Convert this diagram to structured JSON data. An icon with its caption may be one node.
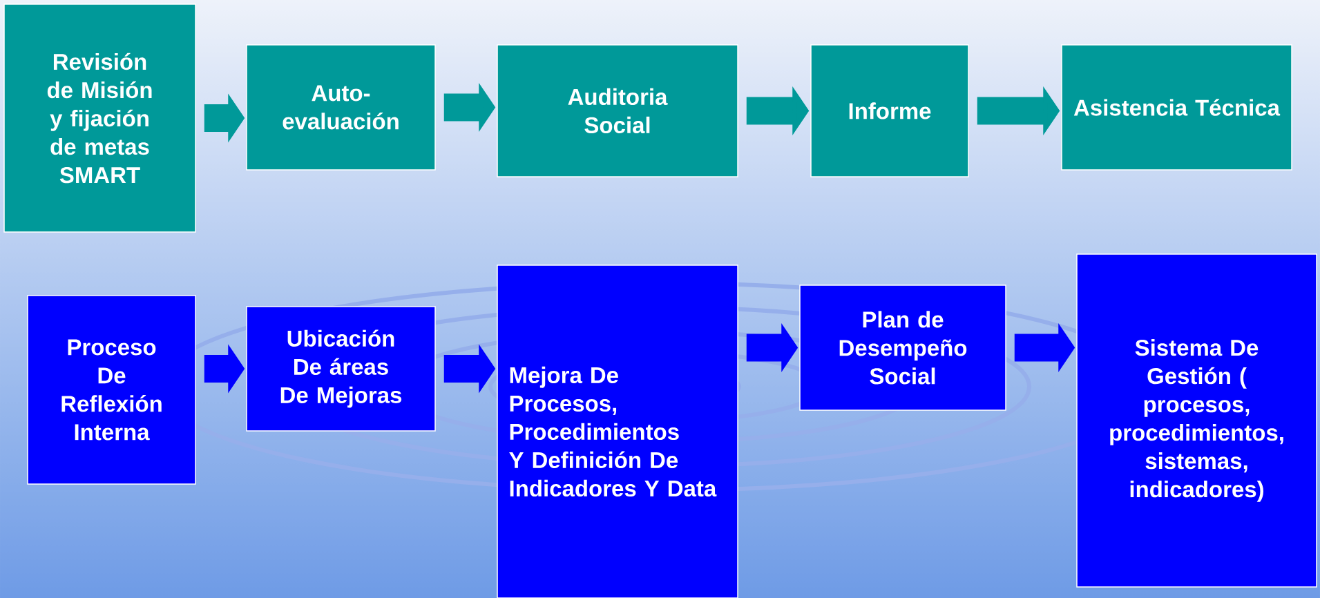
{
  "diagram": {
    "nodes": [
      {
        "text": [
          "Revisión de Misión y fijación de metas SMART"
        ]
      },
      {
        "text": [
          "Auto-evaluación"
        ]
      },
      {
        "text": [
          "Auditoria Social"
        ]
      },
      {
        "text": [
          "Informe"
        ]
      },
      {
        "text": [
          "Asistencia Técnica"
        ]
      },
      {
        "text": [
          "Proceso De Reflexión Interna"
        ]
      },
      {
        "text": [
          "Ubicación De áreas De Mejoras"
        ]
      },
      {
        "text": [
          "Mejora De Procesos, Procedimientos Y Definición De Indicadores Y Data"
        ]
      },
      {
        "text": [
          "Plan de Desempeño Social"
        ]
      },
      {
        "text": [
          "Sistema De Gestión ( procesos, procedimientos, sistemas, indicadores)"
        ]
      }
    ],
    "edges": [
      {
        "from": 0,
        "to": 1,
        "arrow": "to",
        "color": "#009999"
      },
      {
        "from": 1,
        "to": 2,
        "arrow": "to",
        "color": "#009999"
      },
      {
        "from": 2,
        "to": 3,
        "arrow": "to",
        "color": "#009999"
      },
      {
        "from": 3,
        "to": 4,
        "arrow": "to",
        "color": "#009999"
      },
      {
        "from": 5,
        "to": 6,
        "arrow": "to",
        "color": "#0000ff"
      },
      {
        "from": 6,
        "to": 7,
        "arrow": "to",
        "color": "#0000ff"
      },
      {
        "from": 7,
        "to": 8,
        "arrow": "to",
        "color": "#0000ff"
      },
      {
        "from": 8,
        "to": 9,
        "arrow": "to",
        "color": "#0000ff"
      }
    ]
  }
}
